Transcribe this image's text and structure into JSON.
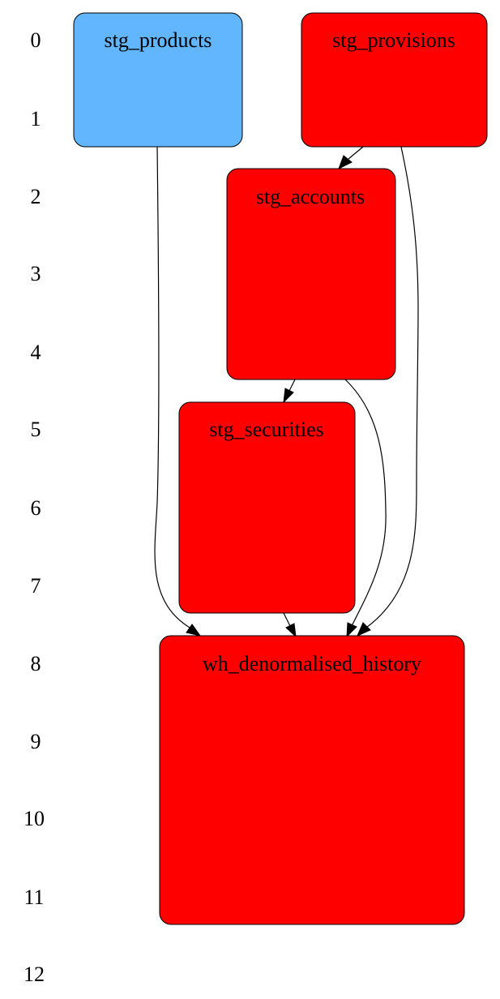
{
  "colors": {
    "source": "#62b6fd",
    "model": "#ff0000",
    "edge": "#000000",
    "background": "#ffffff"
  },
  "row_labels": [
    "0",
    "1",
    "2",
    "3",
    "4",
    "5",
    "6",
    "7",
    "8",
    "9",
    "10",
    "11",
    "12"
  ],
  "nodes": {
    "stg_products": {
      "label": "stg_products",
      "kind": "source",
      "row_start": 0,
      "row_span": 2
    },
    "stg_provisions": {
      "label": "stg_provisions",
      "kind": "model",
      "row_start": 0,
      "row_span": 2
    },
    "stg_accounts": {
      "label": "stg_accounts",
      "kind": "model",
      "row_start": 2,
      "row_span": 3
    },
    "stg_securities": {
      "label": "stg_securities",
      "kind": "model",
      "row_start": 5,
      "row_span": 3
    },
    "wh_denormalised_history": {
      "label": "wh_denormalised_history",
      "kind": "model",
      "row_start": 8,
      "row_span": 4
    }
  },
  "edges": [
    {
      "from": "stg_provisions",
      "to": "stg_accounts"
    },
    {
      "from": "stg_accounts",
      "to": "stg_securities"
    },
    {
      "from": "stg_products",
      "to": "wh_denormalised_history"
    },
    {
      "from": "stg_securities",
      "to": "wh_denormalised_history"
    },
    {
      "from": "stg_accounts",
      "to": "wh_denormalised_history"
    },
    {
      "from": "stg_provisions",
      "to": "wh_denormalised_history"
    }
  ]
}
